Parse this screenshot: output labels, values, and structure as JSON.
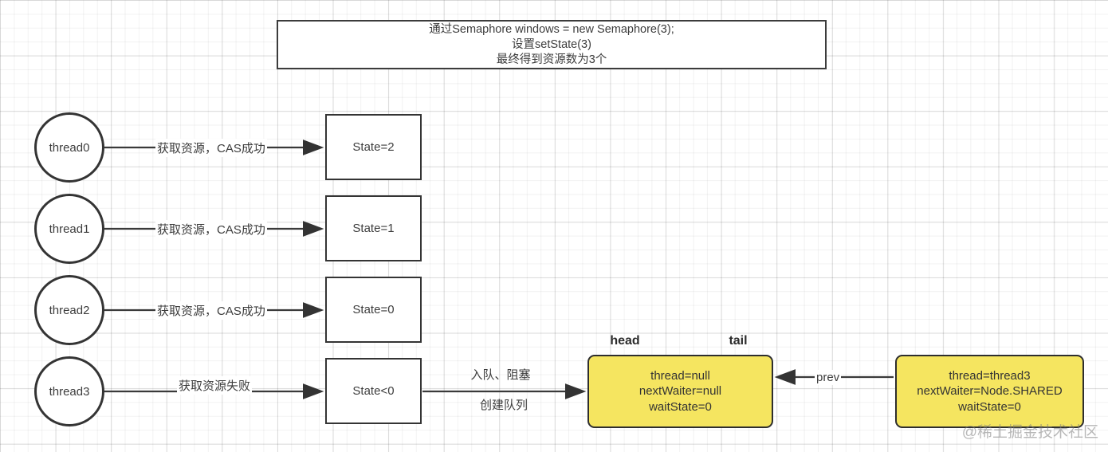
{
  "diagram": {
    "title_box": {
      "line1": "通过Semaphore windows = new Semaphore(3);",
      "line2": "设置setState(3)",
      "line3": "最终得到资源数为3个"
    },
    "rows": [
      {
        "thread": "thread0",
        "edge_label": "获取资源，CAS成功",
        "state": "State=2"
      },
      {
        "thread": "thread1",
        "edge_label": "获取资源，CAS成功",
        "state": "State=1"
      },
      {
        "thread": "thread2",
        "edge_label": "获取资源，CAS成功",
        "state": "State=0"
      },
      {
        "thread": "thread3",
        "edge_label": "获取资源失败",
        "state": "State<0"
      }
    ],
    "queue": {
      "enqueue_label_line1": "入队、阻塞",
      "enqueue_label_line2": "创建队列",
      "head_pointer": "head",
      "tail_pointer": "tail",
      "prev_edge_label": "prev",
      "head_node": {
        "thread": "thread=null",
        "next_waiter": "nextWaiter=null",
        "wait_state": "waitState=0"
      },
      "tail_node": {
        "thread": "thread=thread3",
        "next_waiter": "nextWaiter=Node.SHARED",
        "wait_state": "waitState=0"
      }
    },
    "watermark": "@稀土掘金技术社区",
    "colors": {
      "node_fill_yellow": "#f5e560",
      "shape_border": "#343434",
      "text": "#3d3d3d",
      "grid_line": "#ededed",
      "watermark_text": "#9b9b9b"
    }
  }
}
